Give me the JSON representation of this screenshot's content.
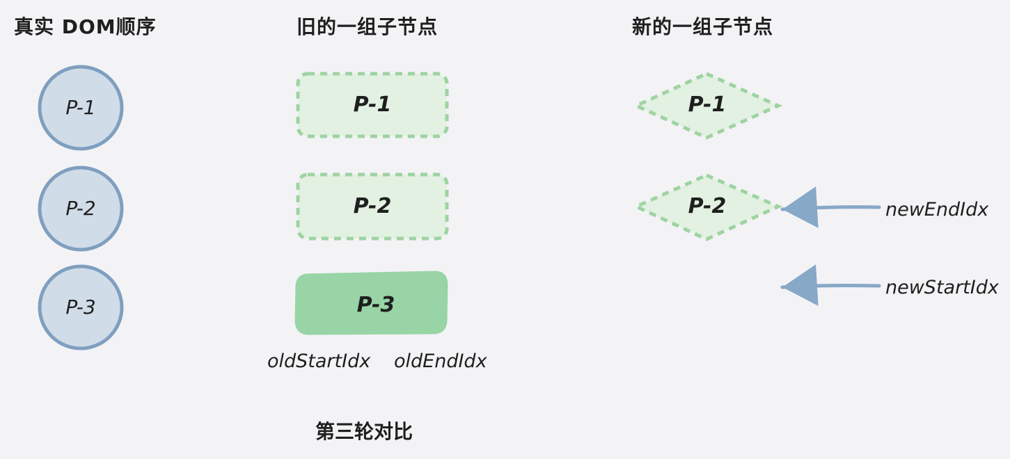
{
  "colors": {
    "background": "#f3f3f6",
    "dom_fill": "#d0dce8",
    "dom_stroke": "#7f9fbf",
    "vnode_fill": "#e2f1e1",
    "vnode_stroke": "#9fd3a2",
    "active_fill": "#98d4a5",
    "arrow": "#88a8c8",
    "text": "#1f1f1f"
  },
  "headings": {
    "real_dom": "真实 DOM顺序",
    "old_children": "旧的一组子节点",
    "new_children": "新的一组子节点"
  },
  "real_dom": {
    "nodes": [
      "P-1",
      "P-2",
      "P-3"
    ]
  },
  "old_children": {
    "nodes": [
      {
        "label": "P-1",
        "state": "processed"
      },
      {
        "label": "P-2",
        "state": "processed"
      },
      {
        "label": "P-3",
        "state": "current"
      }
    ],
    "pointers": {
      "start": "oldStartIdx",
      "end": "oldEndIdx"
    }
  },
  "new_children": {
    "nodes": [
      "P-1",
      "P-2"
    ],
    "pointers": {
      "end": "newEndIdx",
      "start": "newStartIdx"
    }
  },
  "caption": "第三轮对比"
}
